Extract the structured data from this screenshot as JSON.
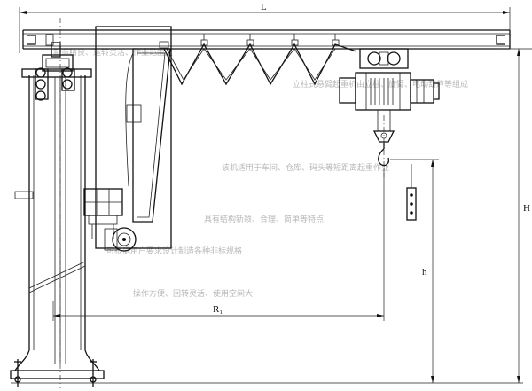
{
  "dimensions": {
    "total_length_label": "L",
    "reach_label": "R₁",
    "total_height_label": "H",
    "lift_height_label": "h"
  },
  "watermark_text": [
    "制造精良、运转灵活、作业范围大",
    "立柱式悬臂起重机由立柱、旋臂、电动葫芦等组成",
    "该机适用于车间、仓库、码头等短距离起重作业",
    "具有结构新颖、合理、简单等特点",
    "可根据用户要求设计制造各种非标规格",
    "操作方便、回转灵活、使用空间大"
  ]
}
